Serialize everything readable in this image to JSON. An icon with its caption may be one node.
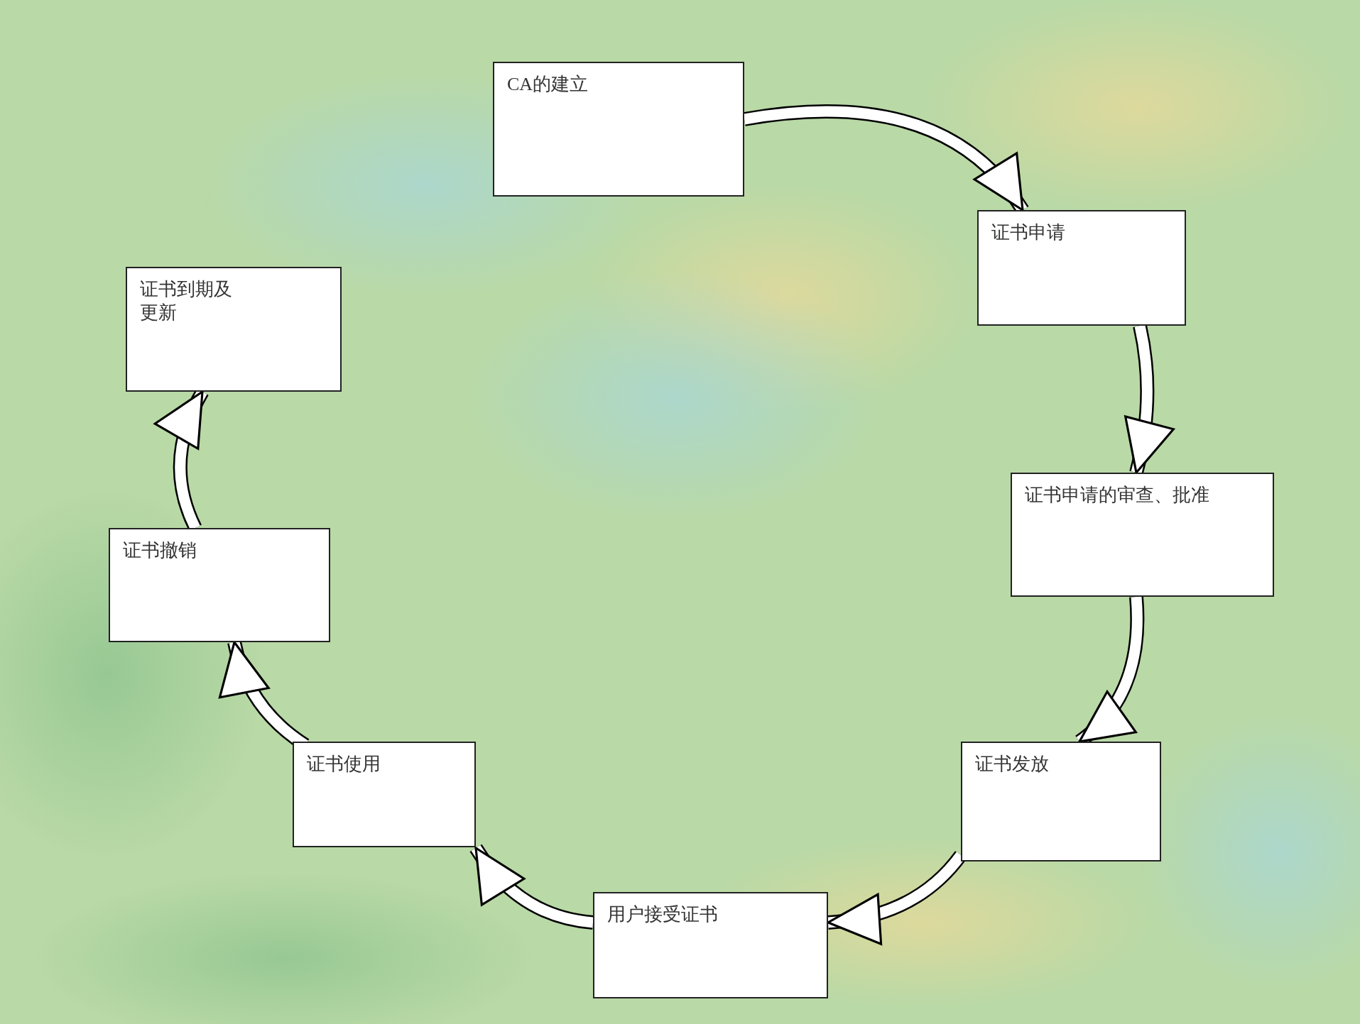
{
  "diagram": {
    "nodes": [
      {
        "text": [
          "CA的建立"
        ]
      },
      {
        "text": [
          "证书申请"
        ]
      },
      {
        "text": [
          "证书申请的审查、批准"
        ]
      },
      {
        "text": [
          "证书发放"
        ]
      },
      {
        "text": [
          "用户接受证书"
        ]
      },
      {
        "text": [
          "证书使用"
        ]
      },
      {
        "text": [
          "证书撤销"
        ]
      },
      {
        "text": [
          "证书到期及更新"
        ]
      }
    ],
    "edges": [
      {
        "from": 0,
        "to": 1,
        "arrow": "to"
      },
      {
        "from": 1,
        "to": 2,
        "arrow": "to"
      },
      {
        "from": 2,
        "to": 3,
        "arrow": "to"
      },
      {
        "from": 3,
        "to": 4,
        "arrow": "to"
      },
      {
        "from": 4,
        "to": 5,
        "arrow": "to"
      },
      {
        "from": 5,
        "to": 6,
        "arrow": "to"
      },
      {
        "from": 6,
        "to": 7,
        "arrow": "to"
      }
    ]
  }
}
